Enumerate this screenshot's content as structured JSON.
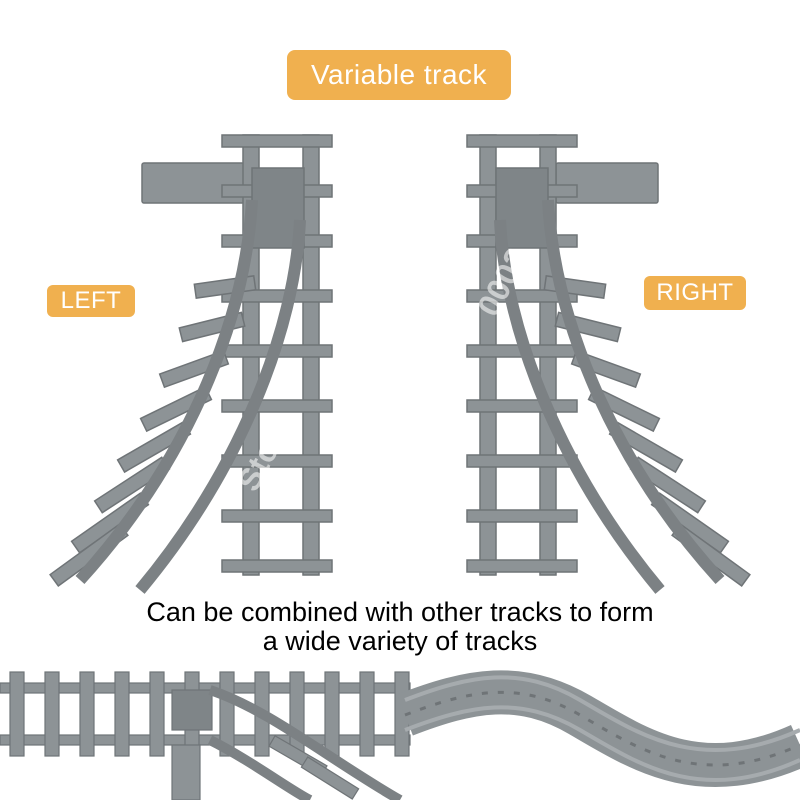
{
  "title": "Variable track",
  "labels": {
    "left": "LEFT",
    "right": "RIGHT"
  },
  "caption": {
    "line1": "Can be combined with other tracks to form",
    "line2": "a wide variety of tracks"
  },
  "watermark": {
    "text_a": "Store",
    "text_b": "0002"
  },
  "colors": {
    "badge": "#f0b04f",
    "track": "#8d9396",
    "track_dark": "#6f7477",
    "track_light": "#a6abae"
  }
}
